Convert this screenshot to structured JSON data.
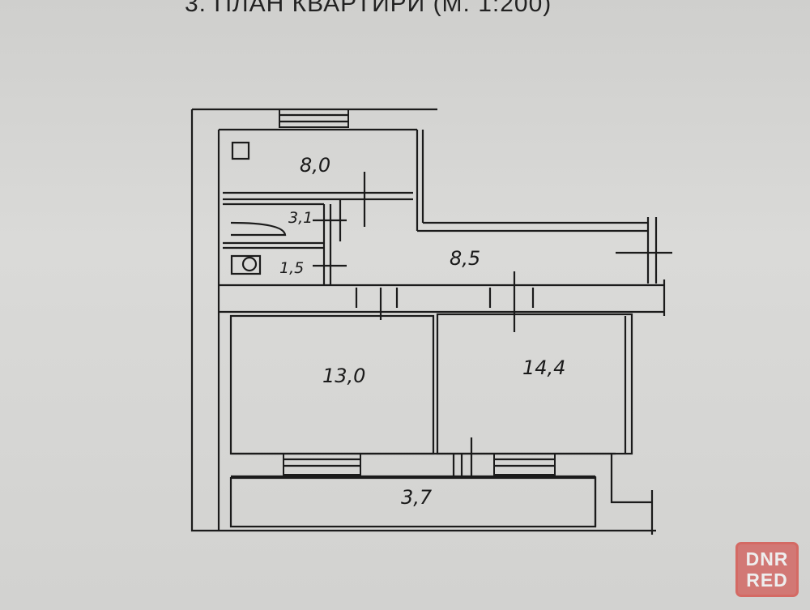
{
  "title": "3. ПЛАН КВАРТИРИ (М. 1:200)",
  "rooms": {
    "kitchen": "8,0",
    "bathroom": "3,1",
    "toilet": "1,5",
    "corridor": "8,5",
    "room1": "13,0",
    "room2": "14,4",
    "balcony": "3,7"
  },
  "watermark": {
    "line1": "DNR",
    "line2": "RED"
  }
}
